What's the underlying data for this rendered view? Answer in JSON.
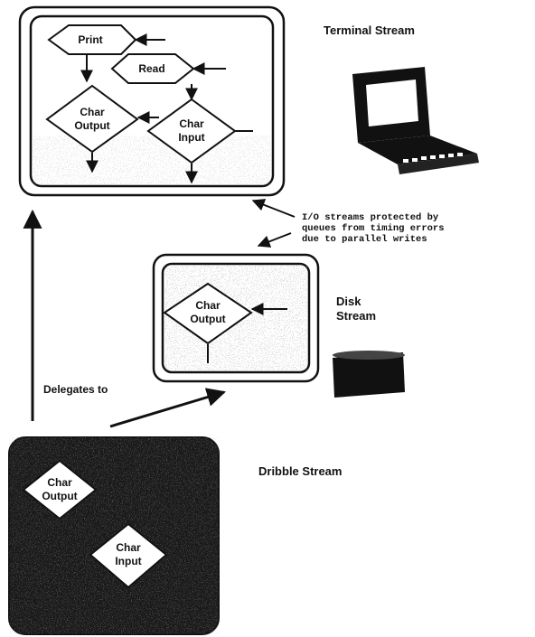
{
  "streams": {
    "terminal": {
      "label": "Terminal Stream",
      "nodes": {
        "print": "Print",
        "read": "Read",
        "char_output": [
          "Char",
          "Output"
        ],
        "char_input": [
          "Char",
          "Input"
        ]
      }
    },
    "disk": {
      "label": [
        "Disk",
        "Stream"
      ],
      "nodes": {
        "char_output": [
          "Char",
          "Output"
        ]
      }
    },
    "dribble": {
      "label": "Dribble Stream",
      "nodes": {
        "char_output": [
          "Char",
          "Output"
        ],
        "char_input": [
          "Char",
          "Input"
        ]
      }
    }
  },
  "annotation": [
    "I/O streams protected by",
    "queues from timing errors",
    "due to parallel writes"
  ],
  "delegates_label": "Delegates to",
  "icons": [
    "terminal-computer-icon",
    "disk-drive-icon"
  ],
  "colors": {
    "ink": "#111111",
    "paper": "#ffffff",
    "noise": "#8a8a8a",
    "dark": "#1a1a1a"
  }
}
